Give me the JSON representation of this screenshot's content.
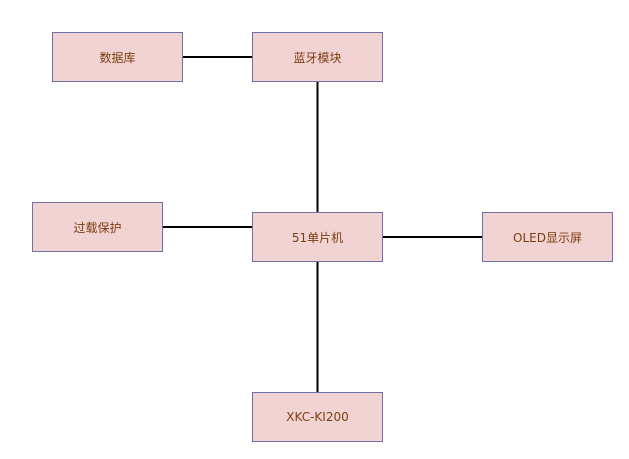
{
  "nodes": {
    "database": "数据库",
    "bluetooth": "蓝牙模块",
    "overload": "过载保护",
    "mcu": "51单片机",
    "oled": "OLED显示屏",
    "sensor": "XKC-KI200"
  },
  "edges": [
    [
      "database",
      "bluetooth"
    ],
    [
      "bluetooth",
      "mcu"
    ],
    [
      "overload",
      "mcu"
    ],
    [
      "mcu",
      "oled"
    ],
    [
      "mcu",
      "sensor"
    ]
  ],
  "colors": {
    "node_fill": "#f2d3d3",
    "node_border": "#6f6fa8",
    "node_text": "#7a3d0c",
    "edge": "#000000"
  }
}
